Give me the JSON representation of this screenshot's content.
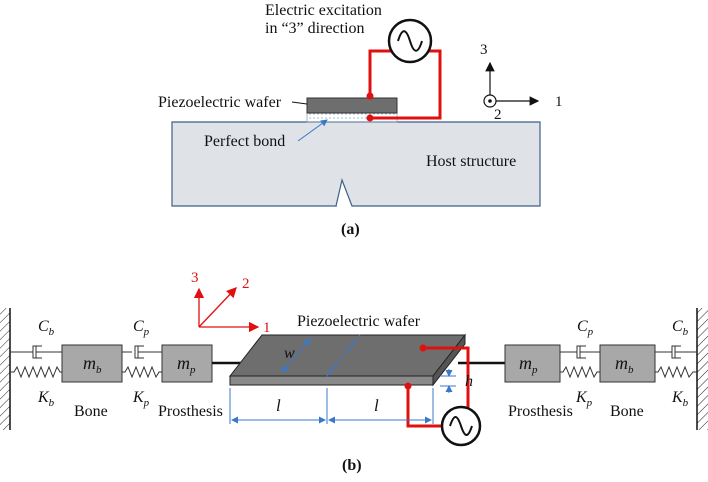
{
  "panel_a": {
    "excitation_line1": "Electric excitation",
    "excitation_line2": "in “3” direction",
    "wafer_label": "Piezoelectric wafer",
    "bond_label": "Perfect bond",
    "host_label": "Host structure",
    "axis_1": "1",
    "axis_2": "2",
    "axis_3": "3",
    "caption": "(a)"
  },
  "panel_b": {
    "axis_1": "1",
    "axis_2": "2",
    "axis_3": "3",
    "wafer_label": "Piezoelectric wafer",
    "width_symbol": "w",
    "length_symbol_left": "l",
    "length_symbol_right": "l",
    "height_symbol": "h",
    "left": {
      "damper_bone": "C",
      "damper_bone_sub": "b",
      "damper_prosthesis": "C",
      "damper_prosthesis_sub": "p",
      "spring_bone": "K",
      "spring_bone_sub": "b",
      "spring_prosthesis": "K",
      "spring_prosthesis_sub": "p",
      "mass_bone": "m",
      "mass_bone_sub": "b",
      "mass_prosthesis": "m",
      "mass_prosthesis_sub": "p",
      "bone_label": "Bone",
      "prosthesis_label": "Prosthesis"
    },
    "right": {
      "damper_prosthesis": "C",
      "damper_prosthesis_sub": "p",
      "damper_bone": "C",
      "damper_bone_sub": "b",
      "spring_prosthesis": "K",
      "spring_prosthesis_sub": "p",
      "spring_bone": "K",
      "spring_bone_sub": "b",
      "mass_prosthesis": "m",
      "mass_prosthesis_sub": "p",
      "mass_bone": "m",
      "mass_bone_sub": "b",
      "bone_label": "Bone",
      "prosthesis_label": "Prosthesis"
    },
    "caption": "(b)"
  },
  "colors": {
    "wire": "#e01010",
    "host_fill": "#dfe3e8",
    "wafer_fill": "#6e6e6e",
    "mass_fill": "#a8a8a8",
    "dimension": "#3a78c8"
  }
}
